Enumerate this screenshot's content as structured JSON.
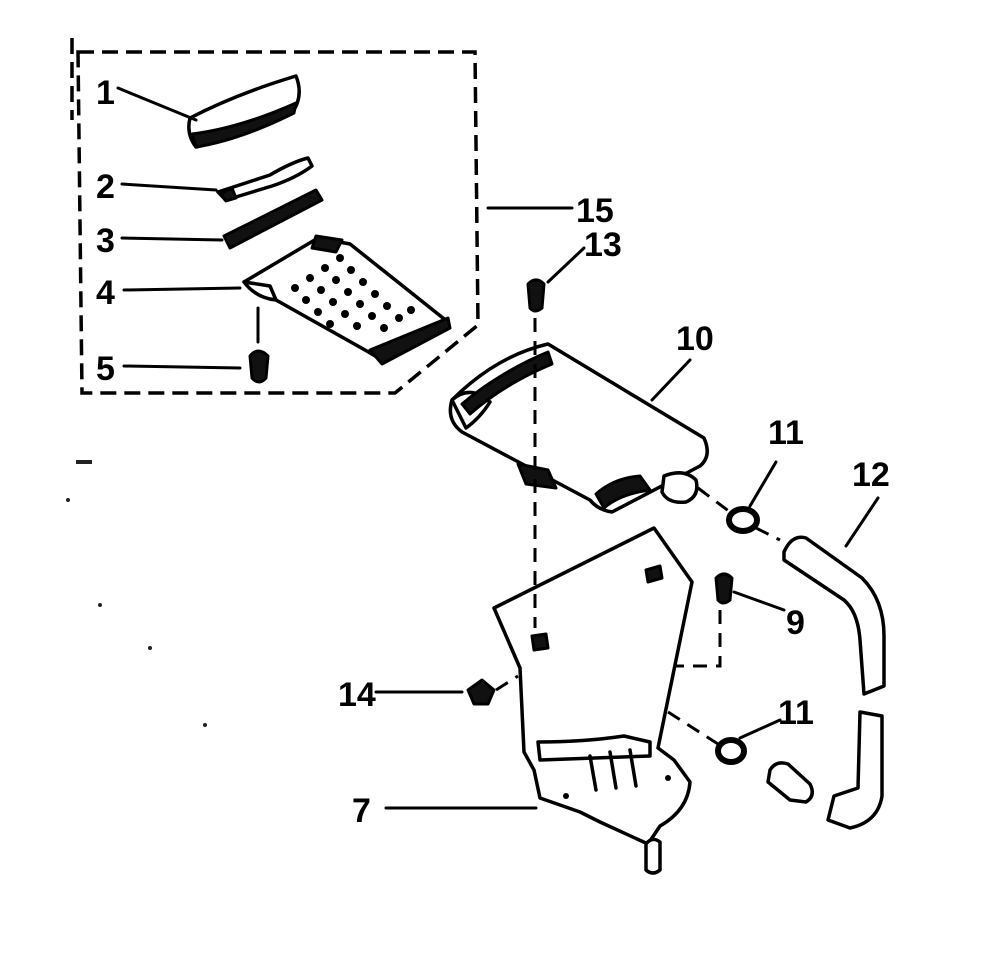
{
  "diagram": {
    "callouts": {
      "c1": "1",
      "c2": "2",
      "c3": "3",
      "c4": "4",
      "c5": "5",
      "c7": "7",
      "c9": "9",
      "c10": "10",
      "c11a": "11",
      "c11b": "11",
      "c12": "12",
      "c13": "13",
      "c14": "14",
      "c15": "15"
    },
    "colors": {
      "ink": "#000000",
      "paper": "#ffffff"
    }
  }
}
